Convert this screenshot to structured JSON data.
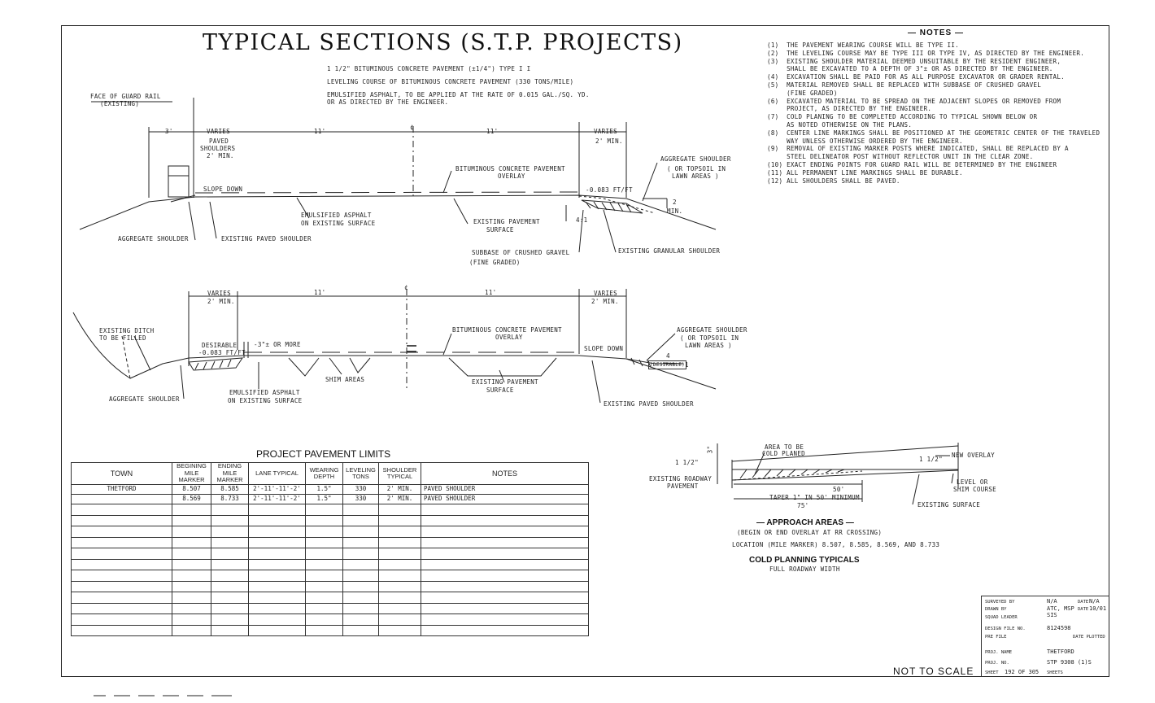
{
  "title": "TYPICAL SECTIONS (S.T.P. PROJECTS)",
  "legend_lines": [
    "1 1/2\" BITUMINOUS CONCRETE PAVEMENT (±1/4\") TYPE I I",
    "LEVELING COURSE OF BITUMINOUS CONCRETE PAVEMENT (330 TONS/MILE)",
    "EMULSIFIED ASPHALT, TO BE APPLIED AT THE RATE OF 0.015 GAL./SQ. YD.",
    "OR AS DIRECTED BY THE ENGINEER."
  ],
  "section1": {
    "face_guard_rail": "FACE OF GUARD RAIL",
    "existing": "(EXISTING)",
    "dim_3": "3'",
    "varies_paved": "VARIES",
    "paved": "PAVED",
    "shoulders": "SHOULDERS",
    "two_min": "2' MIN.",
    "lane_left": "11'",
    "lane_right": "11'",
    "cl": "¢",
    "varies_right": "VARIES",
    "two_min_right": "2' MIN.",
    "aggregate_shoulder_r": "AGGREGATE SHOULDER",
    "topsoil": "( OR TOPSOIL IN",
    "lawn_areas": "LAWN AREAS )",
    "bit_overlay": "BITUMINOUS CONCRETE PAVEMENT",
    "overlay": "OVERLAY",
    "slope_down": "SLOPE DOWN",
    "slope_value": "-0.083 FT/FT",
    "two": "2",
    "min": "MIN.",
    "four_one": "4:1",
    "emulsified": "EMULSIFIED ASPHALT",
    "on_existing": "ON EXISTING SURFACE",
    "existing_pavement": "EXISTING PAVEMENT",
    "surface": "SURFACE",
    "subbase": "SUBBASE OF CRUSHED GRAVEL",
    "fine_graded": "(FINE GRADED)",
    "existing_granular": "EXISTING GRANULAR SHOULDER",
    "aggregate_shoulder_l": "AGGREGATE SHOULDER",
    "existing_paved": "EXISTING PAVED SHOULDER"
  },
  "section2": {
    "varies_l": "VARIES",
    "two_min_l": "2' MIN.",
    "lane_left": "11'",
    "lane_right": "11'",
    "cl": "¢",
    "varies_r": "VARIES",
    "two_min_r": "2' MIN.",
    "existing_ditch": "EXISTING DITCH",
    "to_be_filled": "TO BE FILLED",
    "desirable": "DESIRABLE",
    "slope_val": "-0.083 FT/FT",
    "three_more": "-3\"± OR MORE",
    "bit_overlay": "BITUMINOUS CONCRETE PAVEMENT",
    "overlay": "OVERLAY",
    "slope_down": "SLOPE DOWN",
    "aggregate_r": "AGGREGATE SHOULDER",
    "topsoil": "( OR TOPSOIL IN",
    "lawn": "LAWN AREAS )",
    "four": "4",
    "desirable_box": "(DESIRABLE)",
    "one": "1",
    "shim_areas": "SHIM AREAS",
    "existing_pavement": "EXISTING PAVEMENT",
    "surface": "SURFACE",
    "aggregate_l": "AGGREGATE SHOULDER",
    "emulsified": "EMULSIFIED ASPHALT",
    "on_existing": "ON EXISTING SURFACE",
    "existing_paved": "EXISTING PAVED SHOULDER"
  },
  "notes_title": "NOTES",
  "notes": [
    "(1)  THE PAVEMENT WEARING COURSE WILL BE TYPE II.",
    "(2)  THE LEVELING COURSE MAY BE TYPE III OR TYPE IV, AS DIRECTED BY THE ENGINEER.",
    "(3)  EXISTING SHOULDER MATERIAL DEEMED UNSUITABLE BY THE RESIDENT ENGINEER,",
    "     SHALL BE EXCAVATED TO A DEPTH OF 3\"± OR AS DIRECTED BY THE ENGINEER.",
    "(4)  EXCAVATION SHALL BE PAID FOR AS ALL PURPOSE EXCAVATOR OR GRADER RENTAL.",
    "(5)  MATERIAL REMOVED SHALL BE REPLACED WITH SUBBASE OF CRUSHED GRAVEL",
    "     (FINE GRADED)",
    "(6)  EXCAVATED MATERIAL TO BE SPREAD ON THE ADJACENT SLOPES OR REMOVED FROM",
    "     PROJECT, AS DIRECTED BY THE ENGINEER.",
    "(7)  COLD PLANING TO BE COMPLETED ACCORDING TO TYPICAL SHOWN BELOW OR",
    "     AS NOTED OTHERWISE ON THE PLANS.",
    "(8)  CENTER LINE MARKINGS SHALL BE POSITIONED AT THE GEOMETRIC CENTER OF THE TRAVELED",
    "     WAY UNLESS OTHERWISE ORDERED BY THE ENGINEER.",
    "(9)  REMOVAL OF EXISTING MARKER POSTS WHERE INDICATED, SHALL BE REPLACED BY A",
    "     STEEL DELINEATOR POST WITHOUT REFLECTOR UNIT IN THE CLEAR ZONE.",
    "(10) EXACT ENDING POINTS FOR GUARD RAIL WILL BE DETERMINED BY THE ENGINEER",
    "(11) ALL PERMANENT LINE MARKINGS SHALL BE DURABLE.",
    "(12) ALL SHOULDERS SHALL BE PAVED."
  ],
  "pavement_limits": {
    "title": "PROJECT PAVEMENT LIMITS",
    "headers": [
      "TOWN",
      "BEGINING MILE MARKER",
      "ENDING MILE MARKER",
      "LANE TYPICAL",
      "WEARING DEPTH",
      "LEVELING TONS",
      "SHOULDER TYPICAL",
      "NOTES"
    ],
    "rows": [
      [
        "THETFORD",
        "8.507",
        "8.585",
        "2'-11'-11'-2'",
        "1.5\"",
        "330",
        "2' MIN.",
        "PAVED SHOULDER"
      ],
      [
        "",
        "8.569",
        "8.733",
        "2'-11'-11'-2'",
        "1.5\"",
        "330",
        "2' MIN.",
        "PAVED SHOULDER"
      ]
    ],
    "blank_rows": 12
  },
  "cold_planing": {
    "three_in": "3\"",
    "area_cold": "AREA TO BE",
    "cold_planed": "COLD PLANED",
    "new_overlay": "NEW OVERLAY",
    "one_half_l": "1 1/2\"",
    "one_half_r": "1 1/2\"",
    "existing_roadway": "EXISTING ROADWAY",
    "pavement": "PAVEMENT",
    "fifty": "50'",
    "taper": "TAPER 1\" IN 50' MINIMUM",
    "level_or": "LEVEL OR",
    "shim_course": "SHIM COURSE",
    "seventy_five": "75'",
    "existing_surface": "EXISTING SURFACE",
    "approach": "APPROACH AREAS",
    "begin_end": "(BEGIN OR END OVERLAY AT RR CROSSING)",
    "location": "LOCATION (MILE MARKER) 8.507, 8.585, 8.569, AND 8.733",
    "cold_title": "COLD PLANNING TYPICALS",
    "full_roadway": "FULL ROADWAY WIDTH"
  },
  "title_block": {
    "surveyed_by": "SURVEYED BY",
    "surveyed_val": "N/A",
    "date_label": "DATE",
    "date_val": "N/A",
    "drawn_by": "DRAWN BY",
    "drawn_val": "ATC, MSP",
    "date2_label": "DATE",
    "date2_val": "10/01",
    "squad_leader": "SQUAD LEADER",
    "squad_val": "SIS",
    "design_file": "DESIGN FILE NO.",
    "design_val": "8124598",
    "pre_file": "PRE FILE",
    "date_plotted": "DATE PLOTTED",
    "proj_name": "PROJ. NAME",
    "proj_val": "THETFORD",
    "proj_no": "PROJ. NO.",
    "proj_no_val": "STP 9308 (1)S",
    "sheet": "SHEET",
    "sheet_val": "192 OF 305",
    "sheets": "SHEETS"
  },
  "not_to_scale": "NOT TO SCALE"
}
